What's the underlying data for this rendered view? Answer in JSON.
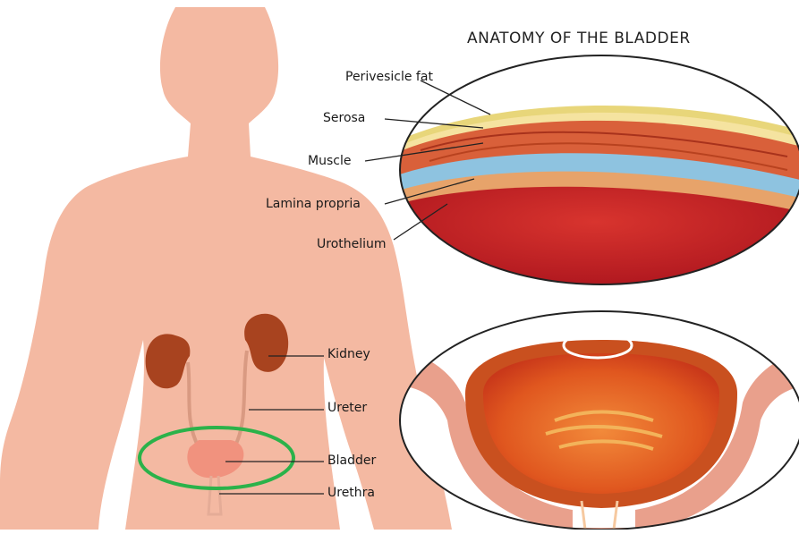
{
  "title": "ANATOMY OF THE BLADDER",
  "wall_labels": {
    "perivesicle_fat": "Perivesicle fat",
    "serosa": "Serosa",
    "muscle": "Muscle",
    "lamina_propria": "Lamina propria",
    "urothelium": "Urothelium"
  },
  "organ_labels": {
    "kidney": "Kidney",
    "ureter": "Ureter",
    "bladder": "Bladder",
    "urethra": "Urethra"
  },
  "colors": {
    "skin": "#f4b9a2",
    "kidney": "#a8431f",
    "bladder": "#f1927e",
    "highlight_ring": "#2bb24a",
    "fat": "#e8d67a",
    "muscle": "#d9603a",
    "lamina_propria": "#8ec3e0",
    "urothelium": "#e7a36a",
    "lumen": "#b81521"
  }
}
